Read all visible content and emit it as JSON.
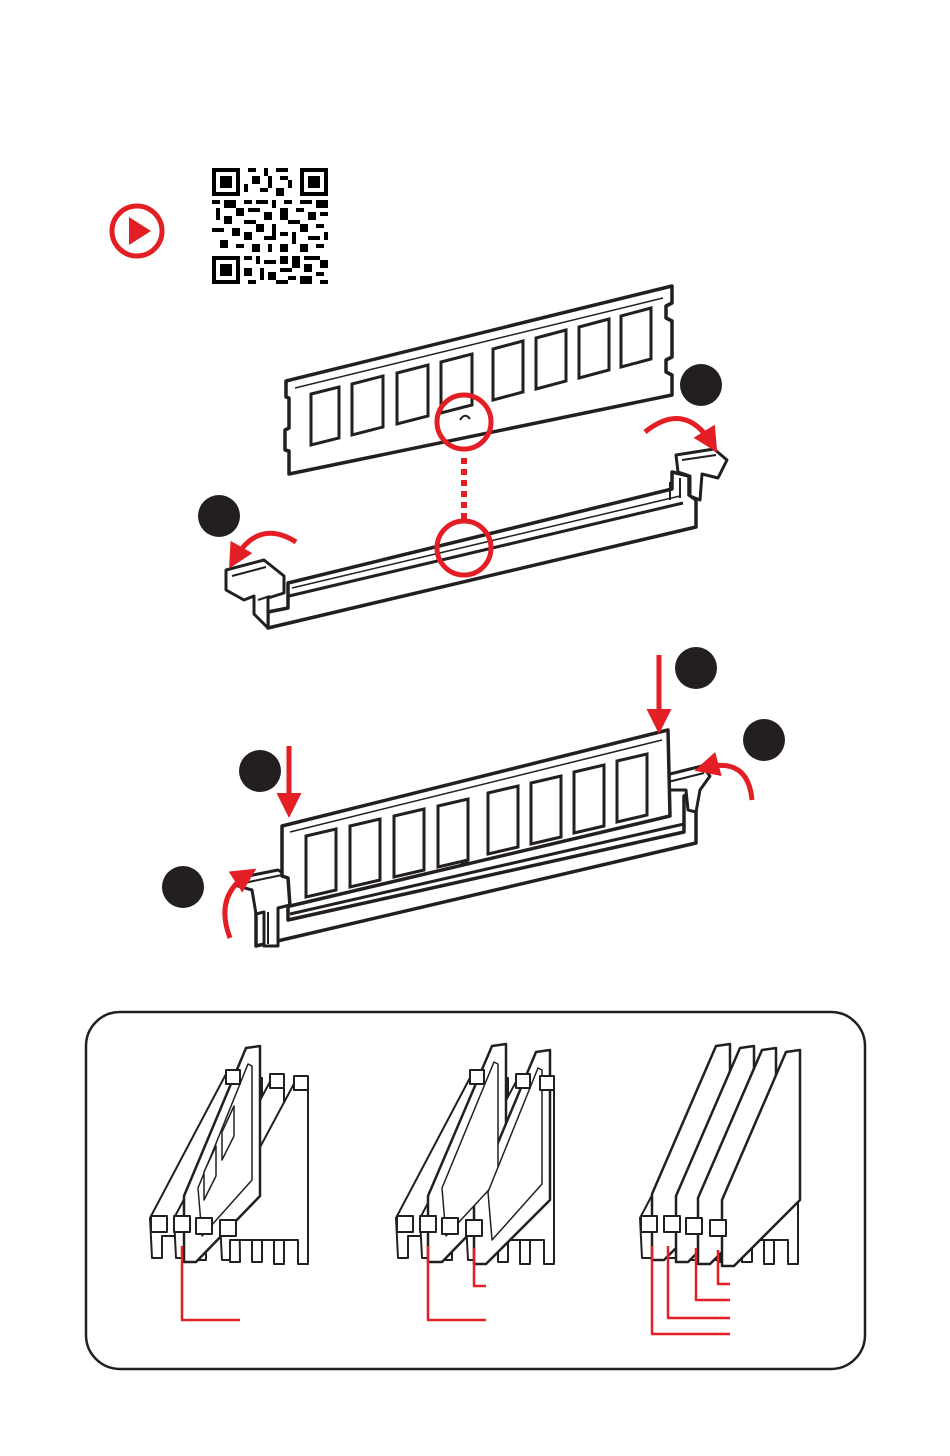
{
  "colors": {
    "accent": "#e31e24",
    "ink": "#231f20",
    "module_fill": "#ffffff",
    "frame": "#231f20"
  },
  "icons": {
    "play": "play-circle-icon",
    "qr": "qr-code-icon"
  },
  "sections": {
    "removal_step": "dimm-removal-illustration",
    "installation_step": "dimm-installation-illustration",
    "population_panel": "dimm-population-panel"
  }
}
